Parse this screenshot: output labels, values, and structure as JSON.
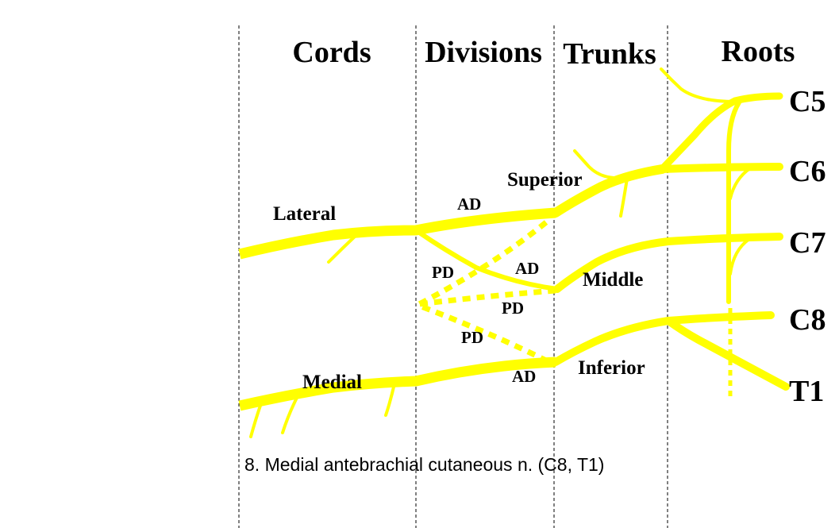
{
  "headers": {
    "cords": "Cords",
    "divisions": "Divisions",
    "trunks": "Trunks",
    "roots": "Roots"
  },
  "roots": [
    "C5",
    "C6",
    "C7",
    "C8",
    "T1"
  ],
  "trunks": {
    "superior": "Superior",
    "middle": "Middle",
    "inferior": "Inferior"
  },
  "cords": {
    "lateral": "Lateral",
    "medial": "Medial"
  },
  "divisions": {
    "ad_superior": "AD",
    "ad_middle": "AD",
    "ad_inferior": "AD",
    "pd_superior": "PD",
    "pd_middle": "PD",
    "pd_inferior": "PD"
  },
  "caption": "8.  Medial antebrachial cutaneous n. (C8, T1)",
  "colors": {
    "nerve": "#ffff00",
    "text": "#000000",
    "background": "#ffffff"
  }
}
